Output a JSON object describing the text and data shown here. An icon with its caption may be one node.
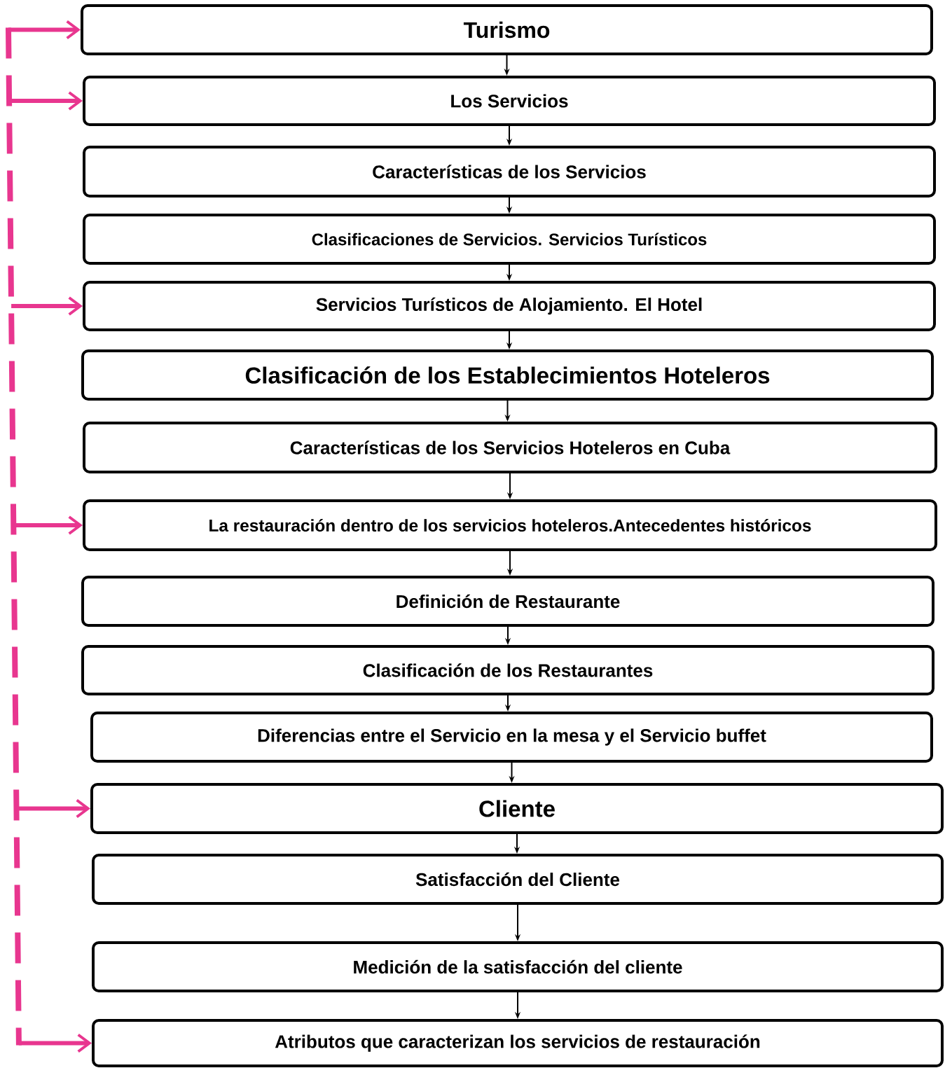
{
  "diagram": {
    "nodes": [
      {
        "text": [
          "Turismo"
        ]
      },
      {
        "text": [
          "Los Servicios"
        ]
      },
      {
        "text": [
          "Características de los Servicios"
        ]
      },
      {
        "text": [
          "Clasificaciones de Servicios. Servicios Turísticos"
        ]
      },
      {
        "text": [
          "Servicios Turísticos de Alojamiento. El Hotel"
        ]
      },
      {
        "text": [
          "Clasificación de los Establecimientos Hoteleros"
        ]
      },
      {
        "text": [
          "Características de los Servicios Hoteleros en Cuba"
        ]
      },
      {
        "text": [
          "La restauración dentro de los servicios hoteleros.Antecedentes históricos"
        ]
      },
      {
        "text": [
          "Definición de Restaurante"
        ]
      },
      {
        "text": [
          "Clasificación de los Restaurantes"
        ]
      },
      {
        "text": [
          "Diferencias entre el Servicio en la mesa y el Servicio buffet"
        ]
      },
      {
        "text": [
          "Cliente"
        ]
      },
      {
        "text": [
          "Satisfacción del Cliente"
        ]
      },
      {
        "text": [
          "Medición de la satisfacción del cliente"
        ]
      },
      {
        "text": [
          "Atributos que caracterizan los servicios de restauración"
        ]
      }
    ],
    "edges": [
      {
        "from": 0,
        "to": 1,
        "arrow": "to"
      },
      {
        "from": 1,
        "to": 2,
        "arrow": "to"
      },
      {
        "from": 2,
        "to": 3,
        "arrow": "to"
      },
      {
        "from": 3,
        "to": 4,
        "arrow": "to"
      },
      {
        "from": 4,
        "to": 5,
        "arrow": "to"
      },
      {
        "from": 5,
        "to": 6,
        "arrow": "to"
      },
      {
        "from": 6,
        "to": 7,
        "arrow": "to"
      },
      {
        "from": 7,
        "to": 8,
        "arrow": "to"
      },
      {
        "from": 8,
        "to": 9,
        "arrow": "to"
      },
      {
        "from": 9,
        "to": 10,
        "arrow": "to"
      },
      {
        "from": 10,
        "to": 11,
        "arrow": "to"
      },
      {
        "from": 11,
        "to": 12,
        "arrow": "to"
      },
      {
        "from": 12,
        "to": 13,
        "arrow": "to"
      },
      {
        "from": 13,
        "to": 14,
        "arrow": "to"
      },
      {
        "from": null,
        "to": 0,
        "arrow": "to",
        "style": "dashed",
        "color": "#e8368f"
      },
      {
        "from": null,
        "to": 1,
        "arrow": "to",
        "style": "dashed",
        "color": "#e8368f"
      },
      {
        "from": null,
        "to": 4,
        "arrow": "to",
        "style": "dashed",
        "color": "#e8368f"
      },
      {
        "from": null,
        "to": 7,
        "arrow": "to",
        "style": "dashed",
        "color": "#e8368f"
      },
      {
        "from": null,
        "to": 11,
        "arrow": "to",
        "style": "dashed",
        "color": "#e8368f"
      },
      {
        "from": null,
        "to": 14,
        "arrow": "to",
        "style": "dashed",
        "color": "#e8368f"
      }
    ]
  }
}
